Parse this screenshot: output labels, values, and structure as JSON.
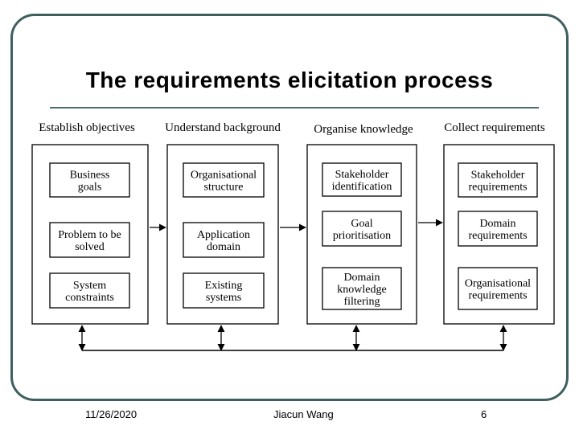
{
  "slide": {
    "title": "The requirements elicitation process",
    "footer": {
      "date": "11/26/2020",
      "author": "Jiacun Wang",
      "page": "6"
    }
  },
  "diagram": {
    "stages": [
      {
        "label": "Establish objectives",
        "activities": [
          [
            "Business",
            "goals"
          ],
          [
            "Problem to be",
            "solved"
          ],
          [
            "System",
            "constraints"
          ]
        ]
      },
      {
        "label": "Understand background",
        "activities": [
          [
            "Organisational",
            "structure"
          ],
          [
            "Application",
            "domain"
          ],
          [
            "Existing",
            "systems"
          ]
        ]
      },
      {
        "label": "Organise knowledge",
        "activities": [
          [
            "Stakeholder",
            "identification"
          ],
          [
            "Goal",
            "prioritisation"
          ],
          [
            "Domain",
            "knowledge",
            "filtering"
          ]
        ]
      },
      {
        "label": "Collect requirements",
        "activities": [
          [
            "Stakeholder",
            "requirements"
          ],
          [
            "Domain",
            "requirements"
          ],
          [
            "Organisational",
            "requirements"
          ]
        ]
      }
    ]
  }
}
